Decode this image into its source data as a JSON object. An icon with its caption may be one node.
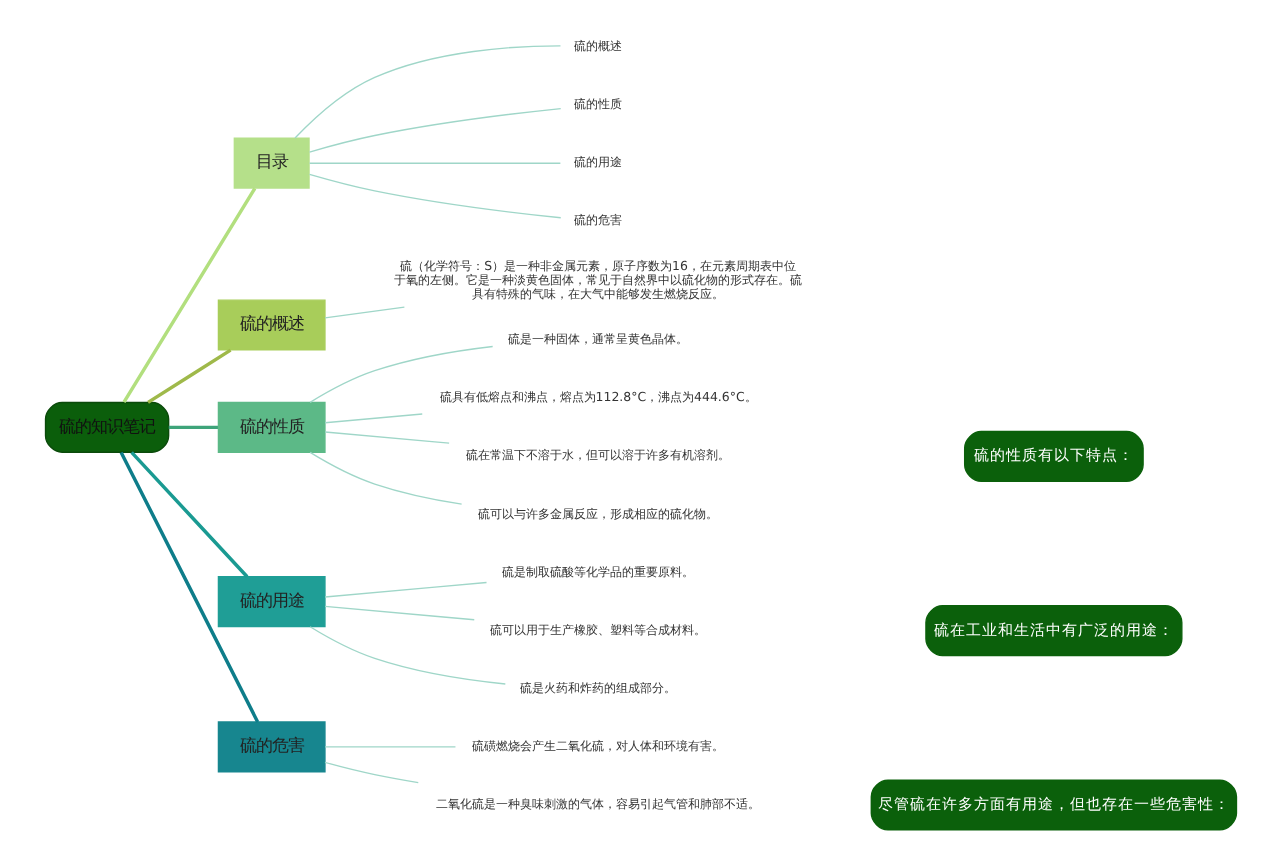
{
  "diagram": {
    "nodes": [
      {
        "text": [
          "硫的知识笔记"
        ]
      },
      {
        "text": [
          "目录"
        ]
      },
      {
        "text": [
          "硫的概述"
        ]
      },
      {
        "text": [
          "硫的性质"
        ]
      },
      {
        "text": [
          "硫的用途"
        ]
      },
      {
        "text": [
          "硫的危害"
        ]
      },
      {
        "text": [
          "硫的概述"
        ]
      },
      {
        "text": [
          "硫的性质"
        ]
      },
      {
        "text": [
          "硫的用途"
        ]
      },
      {
        "text": [
          "硫的危害"
        ]
      },
      {
        "text": [
          "硫（化学符号：S）是一种非金属元素，原子序数为16，在元素周期表中位于氧的左侧。它是一种淡黄色固体，常见于自然界中以硫化物的形式存在。硫具有特殊的气味，在大气中能够发生燃烧反应。"
        ]
      },
      {
        "text": [
          "硫是一种固体，通常呈黄色晶体。"
        ]
      },
      {
        "text": [
          "硫具有低熔点和沸点，熔点为112.8°C，沸点为444.6°C。"
        ]
      },
      {
        "text": [
          "硫在常温下不溶于水，但可以溶于许多有机溶剂。"
        ]
      },
      {
        "text": [
          "硫可以与许多金属反应，形成相应的硫化物。"
        ]
      },
      {
        "text": [
          "硫的性质有以下特点："
        ]
      },
      {
        "text": [
          "硫是制取硫酸等化学品的重要原料。"
        ]
      },
      {
        "text": [
          "硫可以用于生产橡胶、塑料等合成材料。"
        ]
      },
      {
        "text": [
          "硫是火药和炸药的组成部分。"
        ]
      },
      {
        "text": [
          "硫在工业和生活中有广泛的用途："
        ]
      },
      {
        "text": [
          "硫磺燃烧会产生二氧化硫，对人体和环境有害。"
        ]
      },
      {
        "text": [
          "二氧化硫是一种臭味刺激的气体，容易引起气管和肺部不适。"
        ]
      },
      {
        "text": [
          "尽管硫在许多方面有用途，但也存在一些危害性："
        ]
      }
    ],
    "edges": [
      {
        "from": 0,
        "to": 1,
        "arrow": "none",
        "color": "#b2df7e"
      },
      {
        "from": 0,
        "to": 2,
        "arrow": "none",
        "color": "#9fb94a"
      },
      {
        "from": 0,
        "to": 3,
        "arrow": "none",
        "color": "#3ea47a"
      },
      {
        "from": 0,
        "to": 4,
        "arrow": "none",
        "color": "#1a9a92"
      },
      {
        "from": 0,
        "to": 5,
        "arrow": "none",
        "color": "#0e7d8a"
      },
      {
        "from": 1,
        "to": 6,
        "arrow": "none"
      },
      {
        "from": 1,
        "to": 7,
        "arrow": "none"
      },
      {
        "from": 1,
        "to": 8,
        "arrow": "none"
      },
      {
        "from": 1,
        "to": 9,
        "arrow": "none"
      },
      {
        "from": 2,
        "to": 10,
        "arrow": "none"
      },
      {
        "from": 3,
        "to": 11,
        "arrow": "none"
      },
      {
        "from": 3,
        "to": 12,
        "arrow": "none"
      },
      {
        "from": 3,
        "to": 13,
        "arrow": "none"
      },
      {
        "from": 3,
        "to": 14,
        "arrow": "none"
      },
      {
        "from": 4,
        "to": 16,
        "arrow": "none"
      },
      {
        "from": 4,
        "to": 17,
        "arrow": "none"
      },
      {
        "from": 4,
        "to": 18,
        "arrow": "none"
      },
      {
        "from": 5,
        "to": 20,
        "arrow": "none"
      },
      {
        "from": 5,
        "to": 21,
        "arrow": "none"
      }
    ]
  }
}
